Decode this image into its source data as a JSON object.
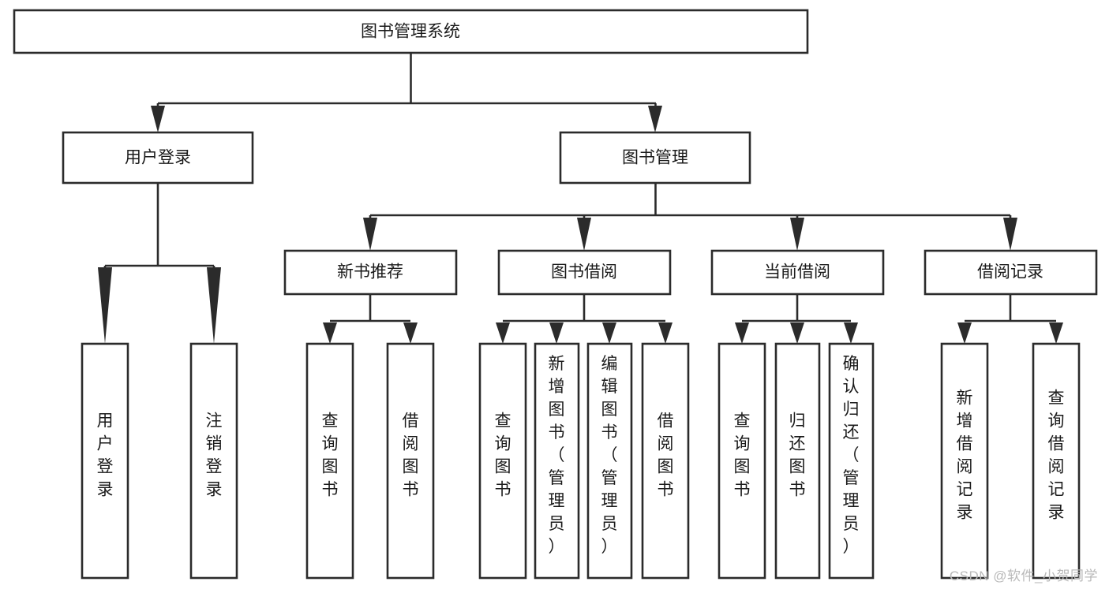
{
  "diagram": {
    "title": "图书管理系统",
    "watermark": "CSDN @软件_小贺同学",
    "colors": {
      "stroke": "#2b2b2b",
      "fill": "#ffffff",
      "text": "#1a1a1a",
      "watermark": "#b9b9b9"
    },
    "levels": {
      "root": {
        "label": "图书管理系统"
      },
      "level2": [
        {
          "id": "user-login",
          "label": "用户登录"
        },
        {
          "id": "book-management",
          "label": "图书管理"
        }
      ],
      "level3": [
        {
          "id": "new-book-recommend",
          "label": "新书推荐"
        },
        {
          "id": "book-borrow",
          "label": "图书借阅"
        },
        {
          "id": "current-borrow",
          "label": "当前借阅"
        },
        {
          "id": "borrow-record",
          "label": "借阅记录"
        }
      ],
      "level4": {
        "user-login": [
          {
            "id": "leaf-user-login",
            "label": "用户登录"
          },
          {
            "id": "leaf-logout",
            "label": "注销登录"
          }
        ],
        "new-book-recommend": [
          {
            "id": "leaf-query-book-1",
            "label": "查询图书"
          },
          {
            "id": "leaf-borrow-book-1",
            "label": "借阅图书"
          }
        ],
        "book-borrow": [
          {
            "id": "leaf-query-book-2",
            "label": "查询图书"
          },
          {
            "id": "leaf-add-book",
            "label": "新增图书（管理员）"
          },
          {
            "id": "leaf-edit-book",
            "label": "编辑图书（管理员）"
          },
          {
            "id": "leaf-borrow-book-2",
            "label": "借阅图书"
          }
        ],
        "current-borrow": [
          {
            "id": "leaf-query-book-3",
            "label": "查询图书"
          },
          {
            "id": "leaf-return-book",
            "label": "归还图书"
          },
          {
            "id": "leaf-confirm-return",
            "label": "确认归还（管理员）"
          }
        ],
        "borrow-record": [
          {
            "id": "leaf-add-record",
            "label": "新增借阅记录"
          },
          {
            "id": "leaf-query-record",
            "label": "查询借阅记录"
          }
        ]
      }
    }
  }
}
